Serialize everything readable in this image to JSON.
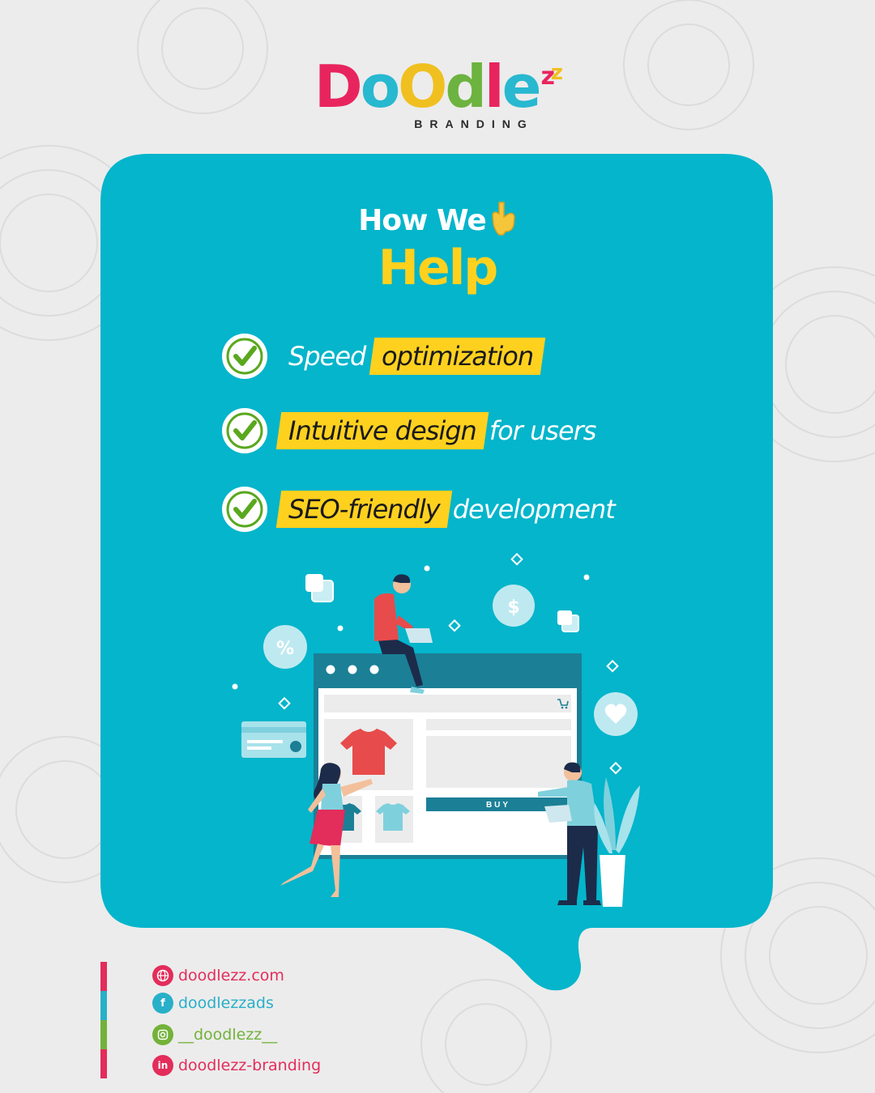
{
  "brand": {
    "letters": [
      "D",
      "o",
      "O",
      "d",
      "l",
      "e",
      "z",
      "z"
    ],
    "letter_colors": [
      "#e8245e",
      "#28b8d0",
      "#f0c020",
      "#6db33f",
      "#e8245e",
      "#28b8d0",
      "#e8245e",
      "#f0c020"
    ],
    "subtitle": "BRANDING"
  },
  "colors": {
    "card": "#04b5cb",
    "highlight": "#ffd11f",
    "check_green": "#5aa81e",
    "pink": "#e32d5b",
    "teal": "#28b0c8",
    "green": "#73b23a"
  },
  "heading": {
    "line1": "How We",
    "line1_icon": "pointing-down-hand-icon",
    "line2": "Help"
  },
  "benefits": [
    {
      "icon": "check-circle-icon",
      "pre": "Speed",
      "highlight": "optimization",
      "post": ""
    },
    {
      "icon": "check-circle-icon",
      "pre": "",
      "highlight": "Intuitive design",
      "post": "for users"
    },
    {
      "icon": "check-circle-icon",
      "pre": "",
      "highlight": "SEO-friendly",
      "post": "development"
    }
  ],
  "illustration": {
    "buy_label": "BUY",
    "percent_symbol": "%",
    "dollar_symbol": "$"
  },
  "contacts": [
    {
      "icon": "globe-icon",
      "text": "doodlezz.com",
      "color": "#e32d5b"
    },
    {
      "icon": "facebook-icon",
      "text": "doodlezzads",
      "color": "#28b0c8"
    },
    {
      "icon": "instagram-icon",
      "text": "__doodlezz__",
      "color": "#73b23a"
    },
    {
      "icon": "linkedin-icon",
      "text": "doodlezz-branding",
      "color": "#e32d5b"
    }
  ]
}
